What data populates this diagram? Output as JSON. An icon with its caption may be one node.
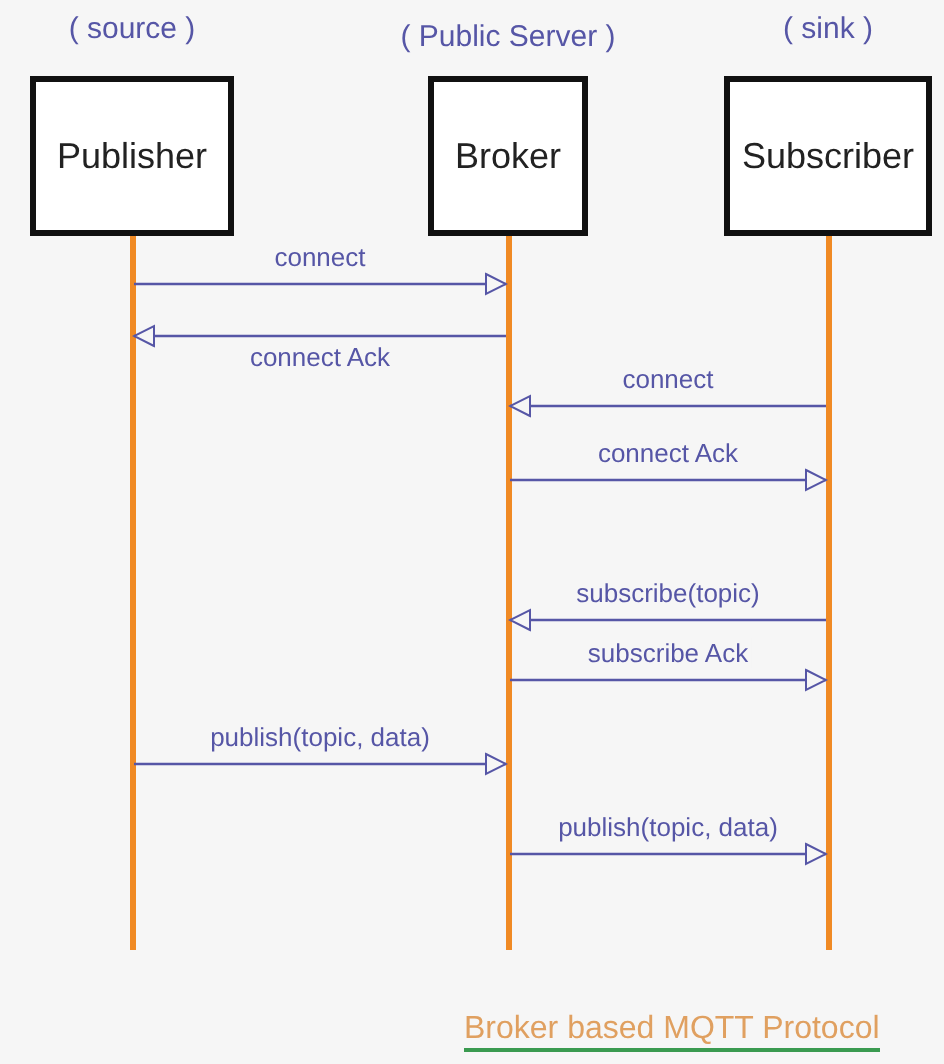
{
  "diagram": {
    "caption": "Broker based MQTT Protocol",
    "nodes": [
      {
        "text": [
          "Publisher"
        ],
        "beside": [
          "( source )"
        ]
      },
      {
        "text": [
          "Broker"
        ],
        "beside": [
          "( Public Server )"
        ]
      },
      {
        "text": [
          "Subscriber"
        ],
        "beside": [
          "( sink )"
        ]
      }
    ],
    "edges": [
      {
        "from": 0,
        "to": 1,
        "arrow": "to",
        "label": "connect"
      },
      {
        "from": 1,
        "to": 0,
        "arrow": "to",
        "label": "connect Ack"
      },
      {
        "from": 2,
        "to": 1,
        "arrow": "to",
        "label": "connect"
      },
      {
        "from": 1,
        "to": 2,
        "arrow": "to",
        "label": "connect Ack"
      },
      {
        "from": 2,
        "to": 1,
        "arrow": "to",
        "label": "subscribe(topic)"
      },
      {
        "from": 1,
        "to": 2,
        "arrow": "to",
        "label": "subscribe Ack"
      },
      {
        "from": 0,
        "to": 1,
        "arrow": "to",
        "label": "publish(topic, data)"
      },
      {
        "from": 1,
        "to": 2,
        "arrow": "to",
        "label": "publish(topic, data)"
      }
    ]
  }
}
